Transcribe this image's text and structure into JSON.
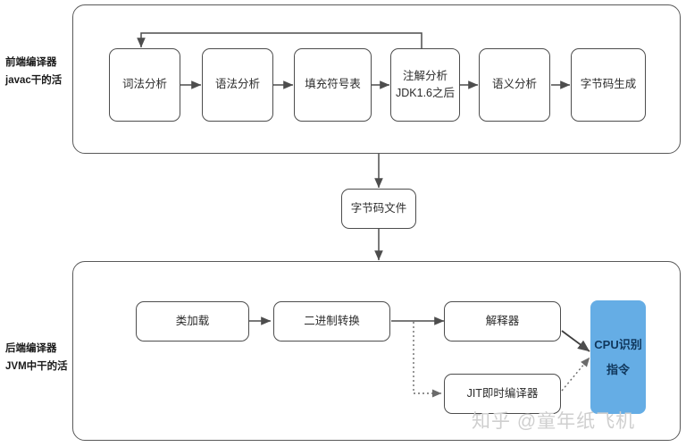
{
  "diagram": {
    "title": "Java compilation and execution pipeline",
    "watermark": "知乎 @童年纸飞机",
    "accent_color": "#65ade5",
    "stroke_color": "#4d4d4d",
    "groups": [
      {
        "id": "frontend",
        "label_line1": "前端编译器",
        "label_line2": "javac干的活"
      },
      {
        "id": "backend",
        "label_line1": "后端编译器",
        "label_line2": "JVM中干的活"
      }
    ],
    "frontend_nodes": [
      {
        "id": "lexical",
        "line1": "词法分析",
        "line2": ""
      },
      {
        "id": "syntax",
        "line1": "语法分析",
        "line2": ""
      },
      {
        "id": "symbol-table",
        "line1": "填充符号表",
        "line2": ""
      },
      {
        "id": "annotation",
        "line1": "注解分析",
        "line2": "JDK1.6之后"
      },
      {
        "id": "semantic",
        "line1": "语义分析",
        "line2": ""
      },
      {
        "id": "bytecode-gen",
        "line1": "字节码生成",
        "line2": ""
      }
    ],
    "middle_node": {
      "id": "bytecode-file",
      "line1": "字节码文件",
      "line2": ""
    },
    "backend_nodes": [
      {
        "id": "class-loading",
        "line1": "类加载",
        "line2": ""
      },
      {
        "id": "binary-convert",
        "line1": "二进制转换",
        "line2": ""
      },
      {
        "id": "interpreter",
        "line1": "解释器",
        "line2": ""
      },
      {
        "id": "jit-compiler",
        "line1": "JIT即时编译器",
        "line2": ""
      },
      {
        "id": "cpu-instructions",
        "line1": "CPU识别",
        "line2": "指令"
      }
    ]
  }
}
